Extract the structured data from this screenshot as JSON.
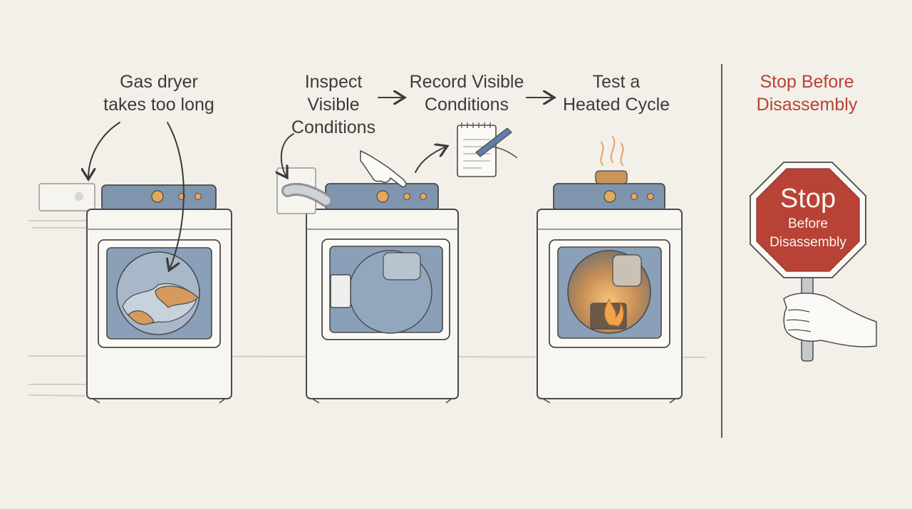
{
  "steps": [
    {
      "label": "Gas dryer\ntakes too long"
    },
    {
      "label": "Inspect\nVisible\nConditions"
    },
    {
      "label": "Record Visible\nConditions"
    },
    {
      "label": "Test a\nHeated Cycle"
    }
  ],
  "stop_heading": "Stop Before\nDisassembly",
  "stop_sign": {
    "big": "Stop",
    "small": "Before\nDisassembly"
  },
  "colors": {
    "background": "#f2f0e8",
    "ink": "#3b3b3b",
    "panel_blue": "#7f95ad",
    "drum_blue": "#8aa0b8",
    "stop_red": "#b84236",
    "flame": "#e8943a"
  }
}
